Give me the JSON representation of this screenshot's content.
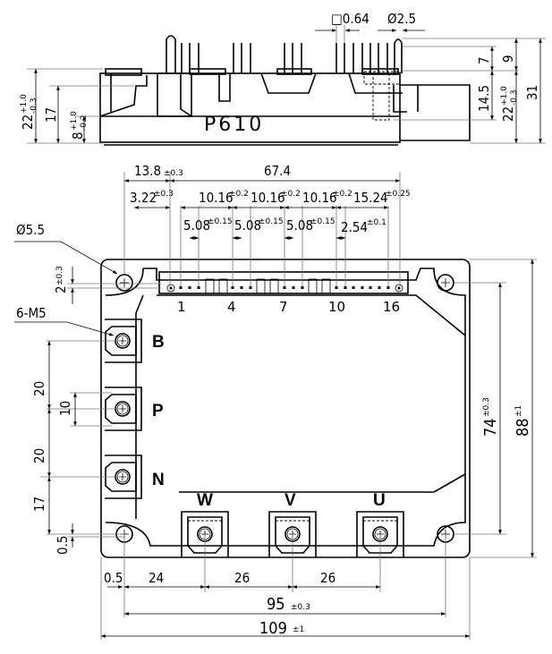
{
  "model": "P610",
  "side_view": {
    "pin_square": "□0.64",
    "pin_diameter": "Ø2.5",
    "height_total": "31",
    "height_22": "22",
    "height_22_tol_plus": "+1.0",
    "height_22_tol_minus": "-0.3",
    "height_17": "17",
    "height_8": "8",
    "height_8_tol_plus": "+1.0",
    "height_8_tol_minus": "-0.2",
    "pin_7": "7",
    "pin_9": "9",
    "height_14_5": "14.5"
  },
  "top_view": {
    "dim_13_8": "13.8",
    "dim_13_8_tol": "±0.3",
    "dim_67_4": "67.4",
    "dim_3_22": "3.22",
    "dim_3_22_tol": "±0.3",
    "pitch_10_16": "10.16",
    "pitch_10_16_tol": "±0.2",
    "dim_15_24": "15.24",
    "dim_15_24_tol": "±0.25",
    "pitch_5_08": "5.08",
    "pitch_5_08_tol": "±0.15",
    "pitch_2_54": "2.54",
    "pitch_2_54_tol": "±0.1",
    "hole_diameter": "Ø5.5",
    "hole_offset": "2",
    "hole_offset_tol": "±0.3",
    "screws": "6-M5",
    "pin_numbers": [
      "1",
      "4",
      "7",
      "10",
      "16"
    ],
    "terminals_left": [
      "B",
      "P",
      "N"
    ],
    "terminals_bottom": [
      "W",
      "V",
      "U"
    ],
    "dim_20a": "20",
    "dim_10": "10",
    "dim_20b": "20",
    "dim_17": "17",
    "dim_0_5_left": "0.5",
    "dim_0_5_bottom": "0.5",
    "dim_24": "24",
    "dim_26a": "26",
    "dim_26b": "26",
    "dim_95": "95",
    "dim_95_tol": "±0.3",
    "dim_109": "109",
    "dim_109_tol": "±1",
    "dim_74": "74",
    "dim_74_tol": "±0.3",
    "dim_88": "88",
    "dim_88_tol": "±1"
  }
}
